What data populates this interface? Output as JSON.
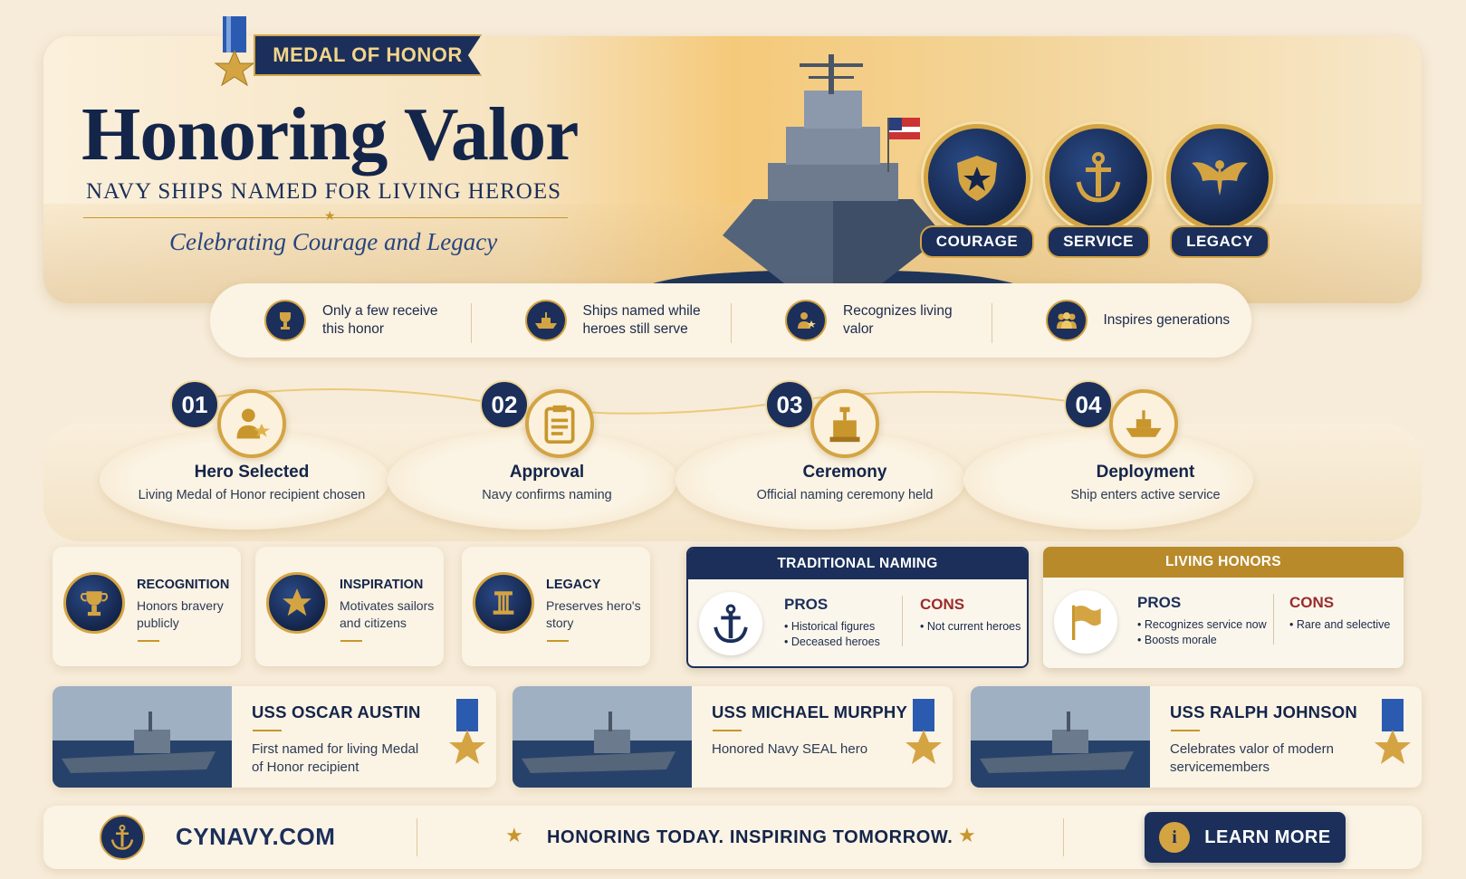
{
  "hero": {
    "badge": "MEDAL OF HONOR",
    "title": "Honoring Valor",
    "subtitle": "NAVY SHIPS NAMED FOR LIVING HEROES",
    "tagline": "Celebrating Courage and Legacy",
    "values": [
      {
        "label": "COURAGE",
        "icon": "shield-star-icon"
      },
      {
        "label": "SERVICE",
        "icon": "anchor-icon"
      },
      {
        "label": "LEGACY",
        "icon": "eagle-icon"
      }
    ]
  },
  "facts": [
    {
      "text": "Only a few receive this honor",
      "icon": "trophy-icon"
    },
    {
      "text": "Ships named while heroes still serve",
      "icon": "ship-icon"
    },
    {
      "text": "Recognizes living valor",
      "icon": "person-star-icon"
    },
    {
      "text": "Inspires generations",
      "icon": "group-icon"
    }
  ],
  "steps": [
    {
      "num": "01",
      "title": "Hero Selected",
      "desc": "Living Medal of Honor recipient chosen",
      "icon": "person-star-icon"
    },
    {
      "num": "02",
      "title": "Approval",
      "desc": "Navy confirms naming",
      "icon": "clipboard-icon"
    },
    {
      "num": "03",
      "title": "Ceremony",
      "desc": "Official naming ceremony held",
      "icon": "podium-icon"
    },
    {
      "num": "04",
      "title": "Deployment",
      "desc": "Ship enters active service",
      "icon": "ship-icon"
    }
  ],
  "benefits": [
    {
      "title": "RECOGNITION",
      "desc": "Honors bravery publicly",
      "icon": "trophy-icon"
    },
    {
      "title": "INSPIRATION",
      "desc": "Motivates sailors and citizens",
      "icon": "star-icon"
    },
    {
      "title": "LEGACY",
      "desc": "Preserves hero's story",
      "icon": "column-icon"
    }
  ],
  "compare": {
    "traditional": {
      "title": "TRADITIONAL NAMING",
      "pros_label": "PROS",
      "pros": [
        "Historical figures",
        "Deceased heroes"
      ],
      "cons_label": "CONS",
      "cons": [
        "Not current heroes"
      ],
      "icon": "anchor-icon"
    },
    "living": {
      "title": "LIVING HONORS",
      "pros_label": "PROS",
      "pros": [
        "Recognizes service now",
        "Boosts morale"
      ],
      "cons_label": "CONS",
      "cons": [
        "Rare and selective"
      ],
      "icon": "flag-icon"
    }
  },
  "ships": [
    {
      "name": "USS OSCAR AUSTIN",
      "desc": "First named for living Medal of Honor recipient"
    },
    {
      "name": "USS MICHAEL MURPHY",
      "desc": "Honored Navy SEAL hero"
    },
    {
      "name": "USS RALPH JOHNSON",
      "desc": "Celebrates valor of modern servicemembers"
    }
  ],
  "footer": {
    "site": "CYNAVY.COM",
    "slogan": "HONORING TODAY. INSPIRING TOMORROW.",
    "button": "LEARN MORE"
  },
  "colors": {
    "navy": "#1b2f5a",
    "gold": "#c8962c",
    "cream": "#f7ecd9",
    "traditional_head": "#1b2f5a",
    "living_head": "#b98a2a"
  }
}
